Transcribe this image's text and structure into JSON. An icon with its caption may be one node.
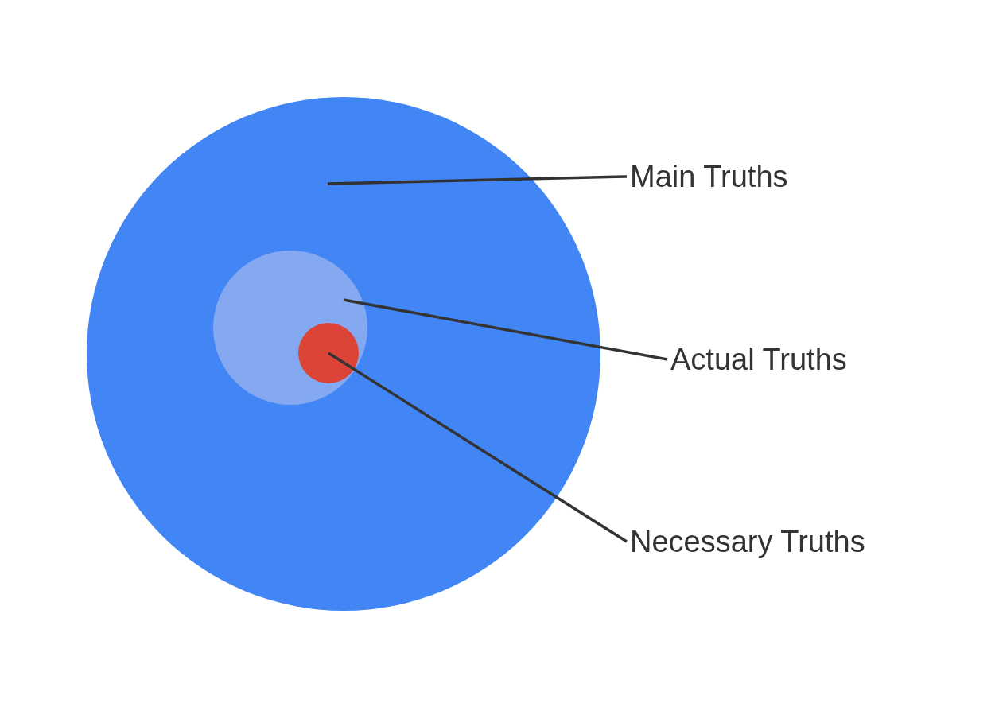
{
  "diagram": {
    "nodes": [
      {
        "text": [],
        "shape": "circle"
      },
      {
        "text": [],
        "shape": "circle",
        "in": 0
      },
      {
        "text": [],
        "shape": "circle",
        "in": 1
      },
      {
        "text": [
          "Main Truths"
        ]
      },
      {
        "text": [
          "Actual Truths"
        ]
      },
      {
        "text": [
          "Necessary Truths"
        ]
      }
    ],
    "edges": [
      {
        "from": 3,
        "to": 0,
        "arrow": "none"
      },
      {
        "from": 4,
        "to": 1,
        "arrow": "none"
      },
      {
        "from": 5,
        "to": 2,
        "arrow": "none"
      }
    ]
  }
}
